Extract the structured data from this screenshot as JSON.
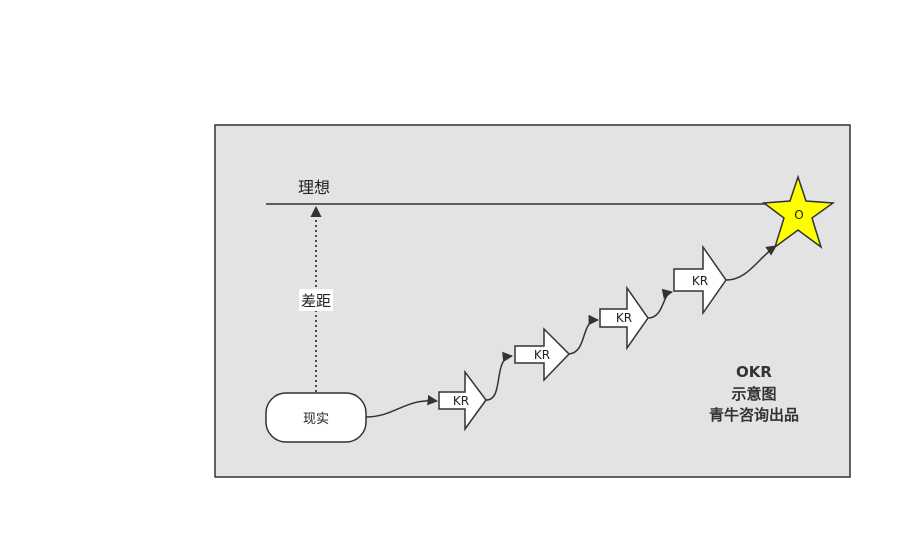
{
  "labels": {
    "ideal": "理想",
    "gap": "差距",
    "reality": "现实",
    "objective": "O"
  },
  "key_results": [
    "KR",
    "KR",
    "KR",
    "KR"
  ],
  "caption": {
    "line1": "OKR",
    "line2": "示意图",
    "line3": "青牛咨询出品"
  },
  "colors": {
    "panel_fill": "#e3e3e3",
    "panel_stroke": "#333333",
    "star_fill": "#ffff00",
    "shape_fill": "#ffffff",
    "line": "#333333"
  }
}
